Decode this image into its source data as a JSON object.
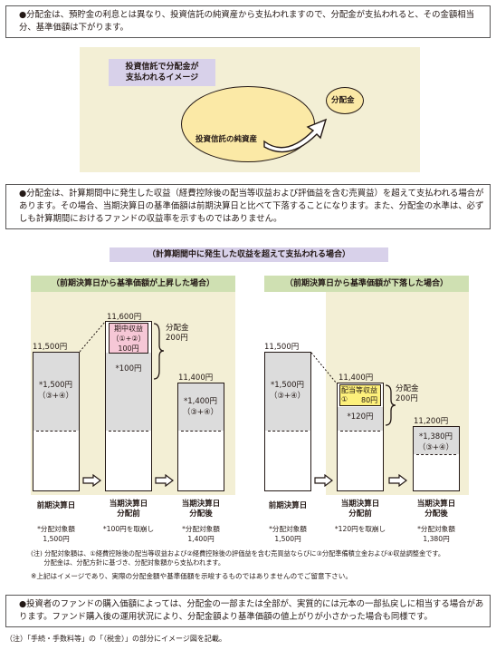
{
  "notes": {
    "note1": "●分配金は、預貯金の利息とは異なり、投資信託の純資産から支払われますので、分配金が支払われると、その金額相当分、基準価額は下がります。",
    "note2": "●分配金は、計算期間中に発生した収益（経費控除後の配当等収益および評価益を含む売買益）を超えて支払われる場合があります。その場合、当期決算日の基準価額は前期決算日と比べて下落することになります。また、分配金の水準は、必ずしも計算期間におけるファンドの収益率を示すものではありません。",
    "note3": "●投資者のファンドの購入価額によっては、分配金の一部または全部が、実質的には元本の一部払戻しに相当する場合があります。ファンド購入後の運用状況により、分配金額より基準価額の値上がりが小さかった場合も同様です。",
    "footer": "（注）「手続・手数料等」の「（税金）」の部分にイメージ図を記載。"
  },
  "image1": {
    "tag": "投資信託で分配金が\n支払われるイメージ",
    "assets": "投資信託の純資産",
    "dist": "分配金"
  },
  "image2": {
    "tag": "（計算期間中に発生した収益を超えて支払われる場合）",
    "left": {
      "tag": "（前期決算日から基準価額が上昇した場合）",
      "c1_top": "11,500円",
      "c1_body": "*1,500円\n（③+④）",
      "c2_top": "11,600円",
      "c2_income": "期中収益\n（①+②）\n100円",
      "c2_body": "*100円",
      "dist_label": "分配金\n200円",
      "c3_top": "11,400円",
      "c3_body": "*1,400円\n（③+④）",
      "x1": "前期決算日",
      "x2": "当期決算日\n分配前",
      "x3": "当期決算日\n分配後",
      "b1": "*分配対象額\n1,500円",
      "b2": "*100円を取崩し",
      "b3": "*分配対象額\n1,400円"
    },
    "right": {
      "tag": "（前期決算日から基準価額が下落した場合）",
      "c1_top": "11,500円",
      "c1_body": "*1,500円\n（③+④）",
      "c2_top": "11,400円",
      "c2_income_label": "配当等収益",
      "c2_income_num": "①",
      "c2_income_val": "80円",
      "c2_body": "*120円",
      "dist_label": "分配金\n200円",
      "c3_top": "11,200円",
      "c3_body": "*1,380円\n（③+④）",
      "x1": "前期決算日",
      "x2": "当期決算日\n分配前",
      "x3": "当期決算日\n分配後",
      "b1": "*分配対象額\n1,500円",
      "b2": "*120円を取崩し",
      "b3": "*分配対象額\n1,380円"
    },
    "footnote1": "(注) 分配対象額は、①経費控除後の配当等収益および②経費控除後の評価益を含む売買益ならびに③分配準備積立金および④収益調整金です。\n　　分配金は、分配方針に基づき、分配対象額から支払われます。",
    "footnote2": "※上記はイメージであり、実際の分配金額や基準価額を示唆するものではありませんのでご留意下さい。"
  },
  "colors": {
    "beige": "#f3efd5",
    "lavender": "#d8d1ea",
    "green": "#cfe0b2",
    "yellow_blob": "#fbe9a6",
    "pink": "#f6c7d6",
    "yellow": "#fdf07b"
  }
}
